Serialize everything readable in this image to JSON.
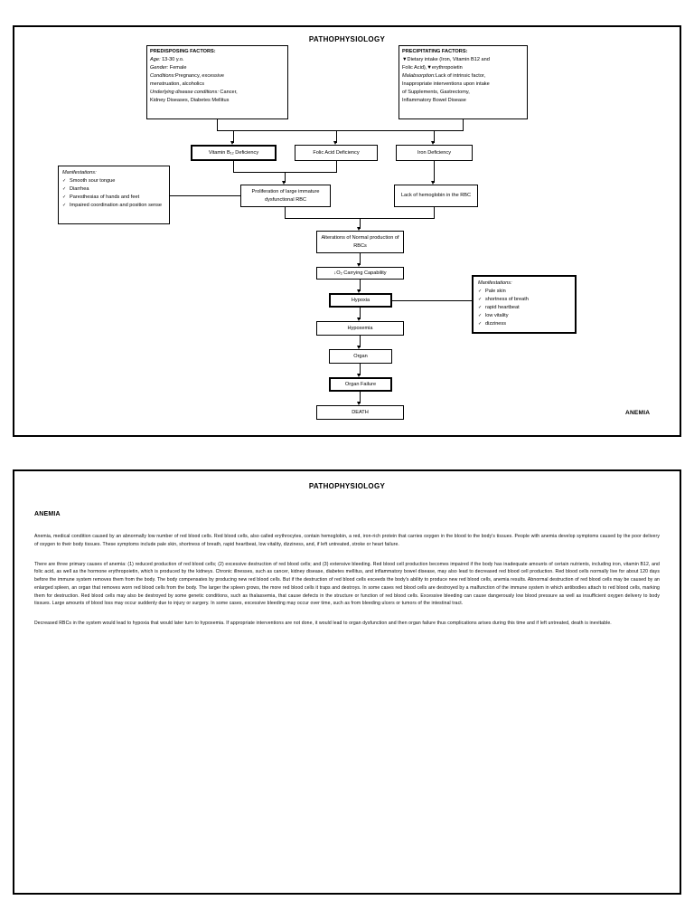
{
  "document": {
    "page1_title": "PATHOPHYSIOLOGY",
    "page2_title": "PATHOPHYSIOLOGY",
    "corner_label": "ANEMIA",
    "section_heading": "ANEMIA"
  },
  "diagram": {
    "predisposing": {
      "title": "PREDISPOSING FACTORS:",
      "lines": [
        {
          "label": "Age:",
          "value": " 13-30 y.o."
        },
        {
          "label": "Gender:",
          "value": "  Female"
        },
        {
          "label": " Conditions:",
          "value": "Pregnancy, excessive"
        },
        {
          "label": "",
          "value": "menstruation, alcoholics"
        },
        {
          "label": "Underlying disease conditions:",
          "value": " Cancer,"
        },
        {
          "label": "",
          "value": "Kidney Diseases, Diabetes Mellitus"
        }
      ]
    },
    "precipitating": {
      "title": "PRECIPITATING FACTORS:",
      "lines": [
        {
          "label": "",
          "value": "▼Dietary intake (Iron, Vitamin B12 and"
        },
        {
          "label": "",
          "value": "Folic Acid),▼erythropoietin"
        },
        {
          "label": "Malabsorption:",
          "value": "Lack of intrinsic factor,"
        },
        {
          "label": "",
          "value": "   Inappropriate interventions upon intake"
        },
        {
          "label": "",
          "value": "of Supplements, Gastrectomy,"
        },
        {
          "label": "",
          "value": "Inflammatory Bowel Disease"
        }
      ]
    },
    "deficiencies": [
      {
        "name": "vitamin-b12-deficiency",
        "text": "Vitamin B₁₂ Deficiency"
      },
      {
        "name": "folic-acid-deficiency",
        "text": "Folic Acid Deficiency"
      },
      {
        "name": "iron-deficiency",
        "text": "Iron Deficiency"
      }
    ],
    "proliferation": "Proliferation of large immature dysfunctional RBC",
    "lack_hemoglobin": "Lack of hemoglobin in the RBC",
    "alterations": "Alterations of Normal production of RBCs",
    "o2_capability": "↓O₂ Carrying Capability",
    "chain": [
      {
        "name": "hypoxia",
        "text": "Hypoxia"
      },
      {
        "name": "hypoxemia",
        "text": "Hypoxemia"
      },
      {
        "name": "organ",
        "text": "Organ"
      },
      {
        "name": "organ-failure",
        "text": "Organ Failure"
      },
      {
        "name": "death",
        "text": "DEATH"
      }
    ],
    "manifestations_left": {
      "title": "Manifestations:",
      "items": [
        "Smooth sour tongue",
        "Diarrhea",
        "Paresthesias of hands and feet",
        "Impaired coordination and position sense"
      ]
    },
    "manifestations_right": {
      "title": "Manifestations:",
      "items": [
        "Pale skin",
        "shortness of breath",
        "rapid heartbeat",
        "low vitality",
        "dizziness"
      ]
    }
  },
  "text_page": {
    "paragraphs": [
      "Anemia,  medical condition caused  by an abnormally low number of red blood cells. Red  blood cells, also called erythrocytes, contain hemoglobin, a red,  iron-rich protein that carries oxygen in the blood to the body's tissues. People with anemia develop symptoms caused by the poor delivery of oxygen to their body tissues. These symptoms include pale skin, shortness of breath, rapid heartbeat, low vitality, dizziness, and, if left untreated, stroke or heart failure.",
      "There are three primary causes of anemia: (1) reduced production of red blood cells; (2) excessive destruction of red blood cells; and (3) extensive bleeding. Red blood cell production becomes impaired if the body has inadequate amounts of certain nutrients, including iron, vitamin B12, and folic acid, as well as the hormone erythropoietin, which is produced by the kidneys. Chronic illnesses, such as cancer, kidney disease, diabetes mellitus, and inflammatory bowel disease, may also lead to decreased red blood cell production. Red blood cells normally live for about 120 days before the immune system removes them from the body. The body compensates by producing new red blood cells. But if the destruction of red blood cells exceeds the body's ability to produce new red blood cells, anemia results. Abnormal destruction of red blood cells may be caused by an enlarged spleen, an organ that removes worn red blood cells from the body. The larger the spleen grows, the more red blood cells it traps and destroys. In some cases red blood cells are destroyed by a malfunction of the immune system in which antibodies attach to red blood cells, marking them for destruction. Red blood cells may also be destroyed by some genetic conditions, such as thalassemia, that cause defects in the structure or function of red blood cells. Excessive bleeding can cause dangerously low blood pressure as well as insufficient oxygen delivery to body tissues. Large amounts of blood loss may occur suddenly due to injury or surgery. In some cases, excessive bleeding may occur over time, such as from bleeding ulcers or tumors of the intestinal tract.",
      "Decreased RBCs in the system would lead to hypoxia that would later turn to hypoxemia. If appropriate interventions are not done, it would lead to organ dysfunction and then organ failure thus complications arises during this time and if left untreated, death is inevitable."
    ]
  }
}
